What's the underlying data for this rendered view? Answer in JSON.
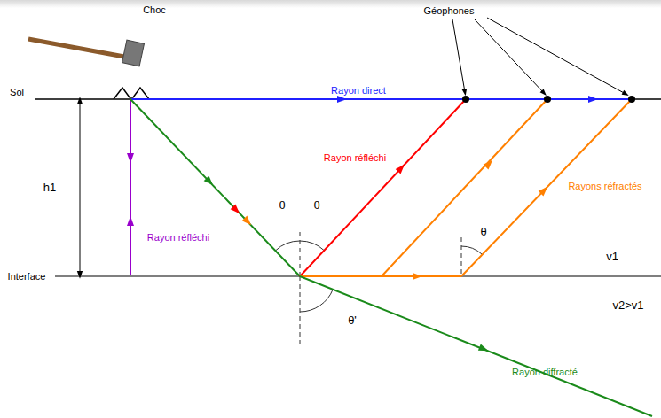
{
  "diagram": {
    "labels": [
      "Choc",
      "Géophones",
      "Sol",
      "Rayon direct",
      "h1",
      "θ",
      "θ",
      "Rayon réfléchi",
      "Rayons réfractés",
      "Rayon réfléchi",
      "θ",
      "v1",
      "Interface",
      "θ'",
      "v2>v1",
      "Rayon diffracté"
    ]
  }
}
